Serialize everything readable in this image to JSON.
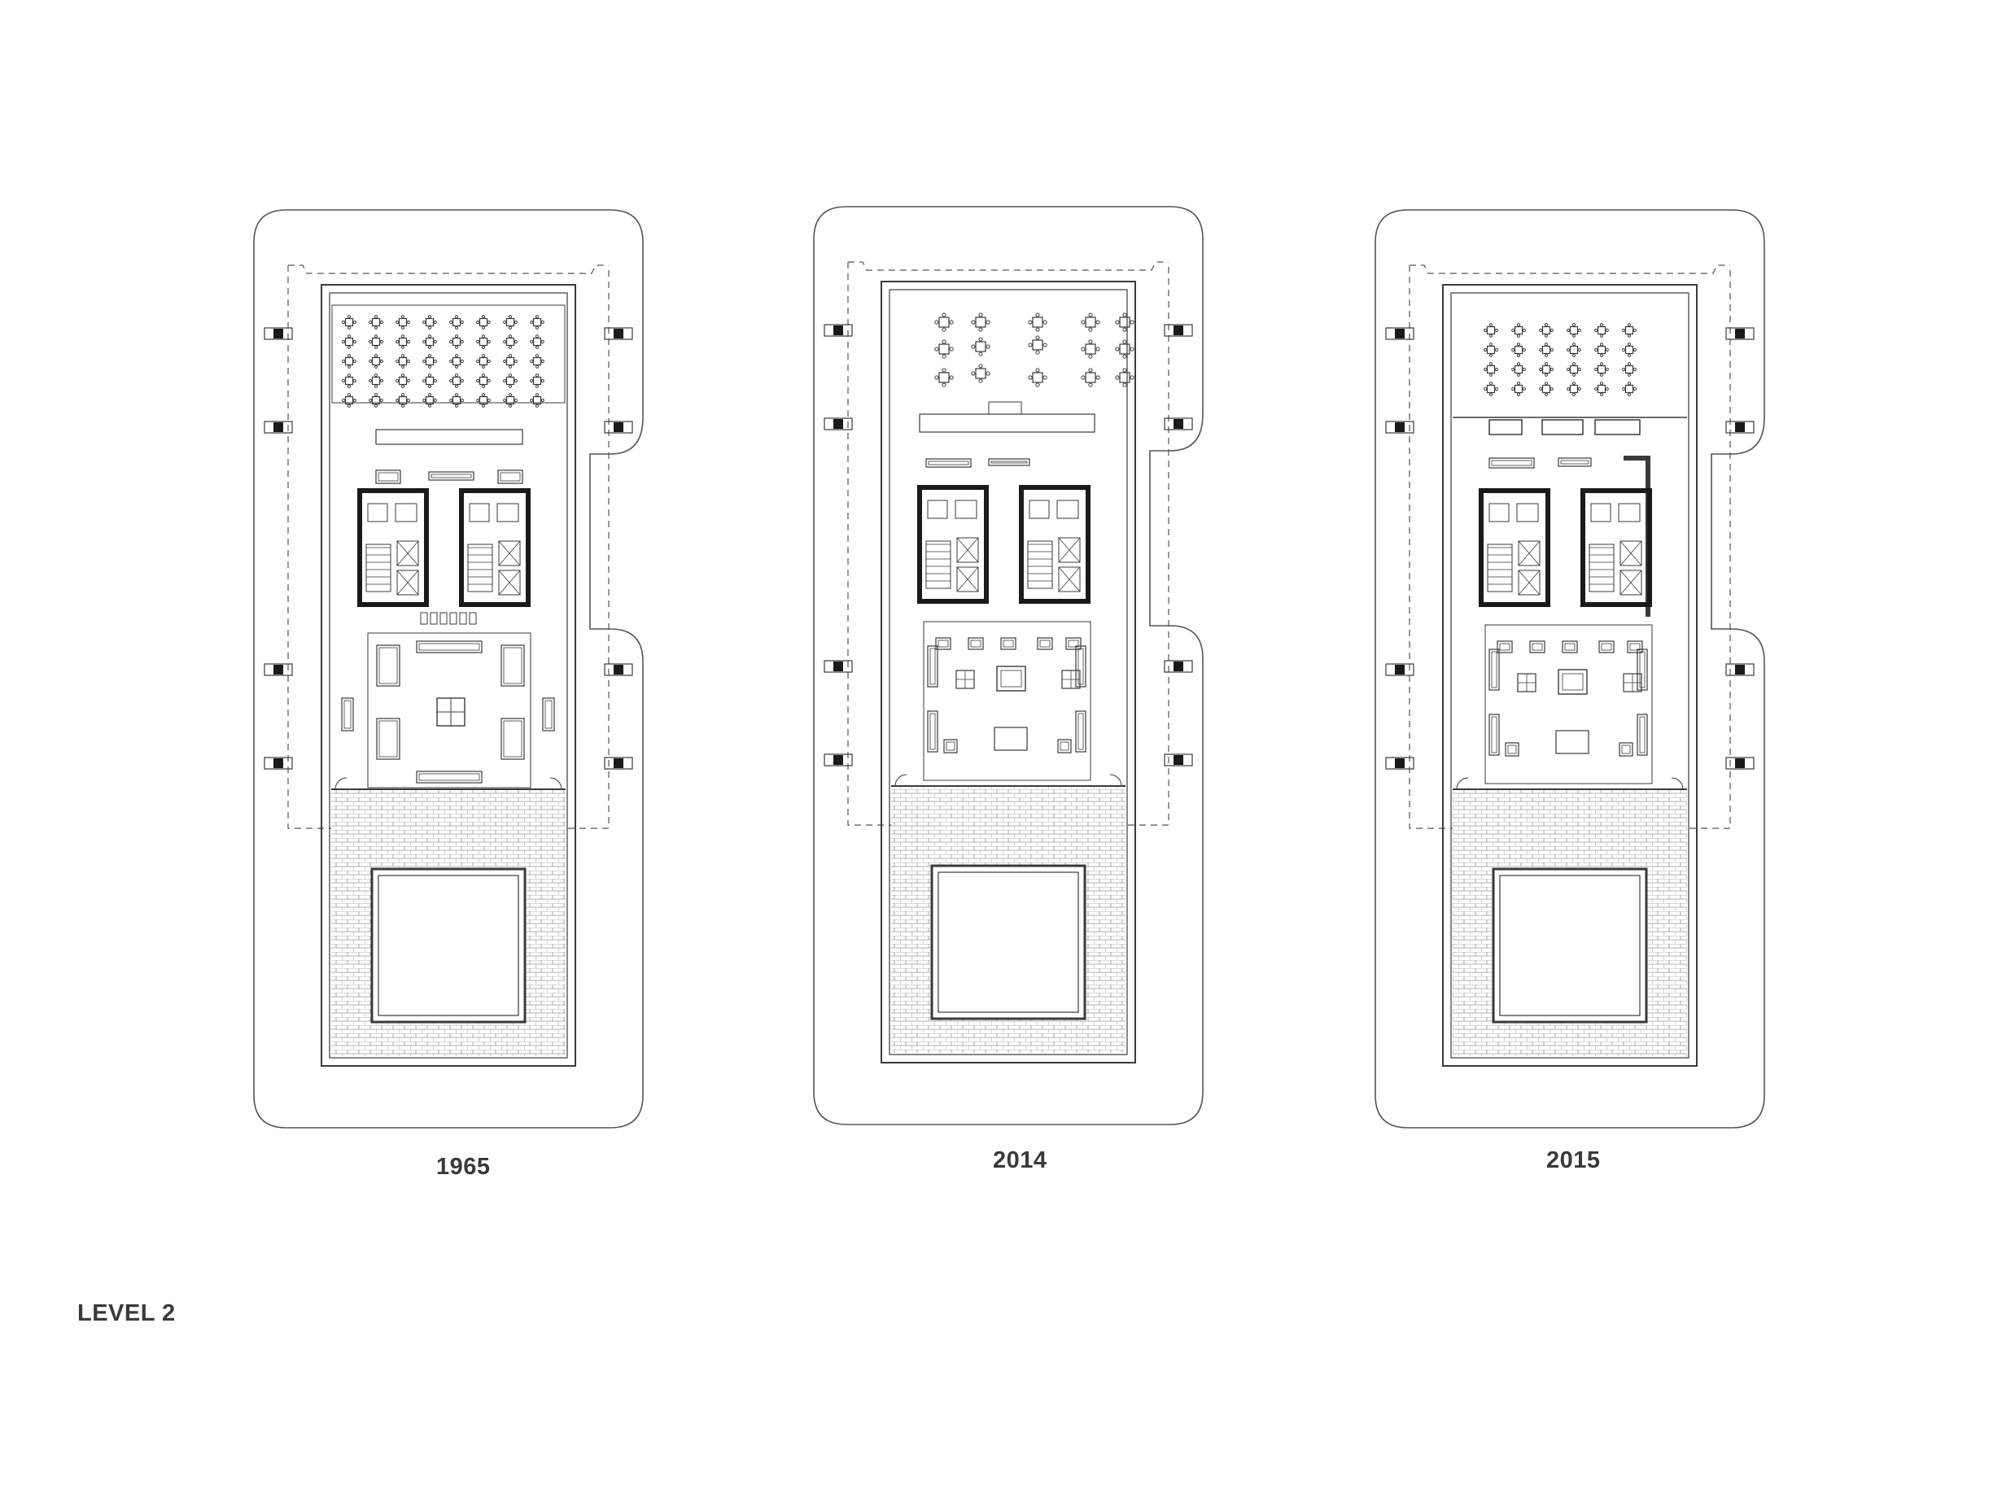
{
  "plans": [
    {
      "year": "1965",
      "layout": "original",
      "dining": "grid-of-tables",
      "lounge": "central-square"
    },
    {
      "year": "2014",
      "layout": "renovation",
      "dining": "scattered-tables",
      "lounge": "sofa-groups"
    },
    {
      "year": "2015",
      "layout": "renovation",
      "dining": "grid-of-tables",
      "lounge": "sofa-groups"
    }
  ],
  "level_label": "LEVEL 2",
  "colors": {
    "line": "#3a3a3a",
    "wall": "#1a1a1a",
    "background": "#ffffff"
  }
}
